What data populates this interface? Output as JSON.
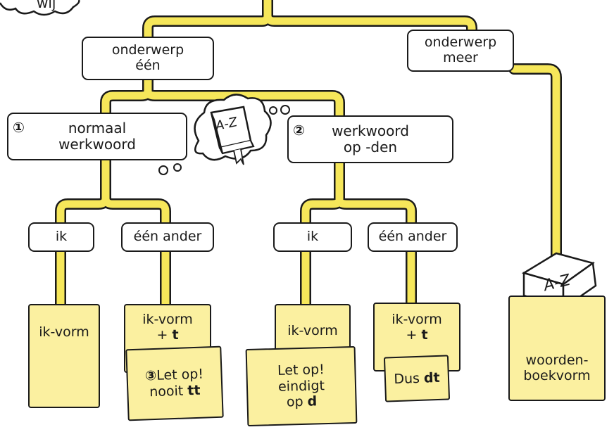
{
  "top_cloud": {
    "text": "wij"
  },
  "nodes": {
    "subject_one": [
      "onderwerp",
      "één"
    ],
    "subject_more": [
      "onderwerp",
      "meer"
    ],
    "normal_verb": {
      "number": "①",
      "lines": [
        "normaal",
        "werkwoord"
      ]
    },
    "verb_den": {
      "number": "②",
      "lines": [
        "werkwoord",
        "op -den"
      ]
    },
    "ik_left": "ik",
    "een_ander_left": "één ander",
    "ik_right": "ik",
    "een_ander_right": "één ander",
    "ikvorm_1": "ik-vorm",
    "ikvorm_2": {
      "line1": "ik-vorm",
      "plus": "+ ",
      "suffix": "t"
    },
    "ikvorm_3": "ik-vorm",
    "ikvorm_4": {
      "line1": "ik-vorm",
      "plus": "+ ",
      "suffix": "t"
    },
    "woordenboek": [
      "woorden-",
      "boekvorm"
    ]
  },
  "notes": {
    "note_1": {
      "number": "③",
      "line1": "Let op!",
      "line2_pre": "nooit ",
      "line2_bold": "tt"
    },
    "note_2": {
      "line1": "Let op!",
      "line2": "eindigt",
      "line3_pre": "op ",
      "line3_bold": "d"
    },
    "note_3": {
      "pre": "Dus ",
      "bold": "dt"
    }
  },
  "books": [
    {
      "label": "A-Z"
    },
    {
      "label": "A-Z"
    }
  ],
  "colors": {
    "path": "#f6e75a",
    "box_yellow": "#fbf0a0",
    "ink": "#1a1a1a"
  }
}
